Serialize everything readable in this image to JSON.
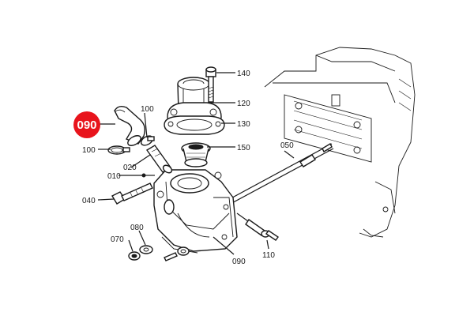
{
  "highlight": {
    "label": "090",
    "color": "#e8141c"
  },
  "parts": {
    "p140": "140",
    "p120": "120",
    "p130": "130",
    "p150": "150",
    "p050": "050",
    "p100_top": "100",
    "p100_left": "100",
    "p020": "020",
    "p010": "010",
    "p040": "040",
    "p080": "080",
    "p070": "070",
    "p110": "110",
    "p090_bottom": "090"
  },
  "colors": {
    "line": "#1a1a1a",
    "background": "#ffffff"
  }
}
